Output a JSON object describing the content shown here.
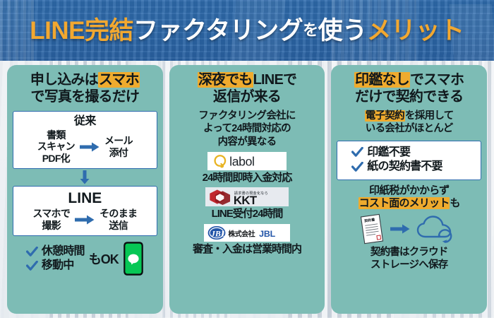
{
  "header": {
    "title_parts": [
      {
        "text": "LINE完結",
        "style": "yellow"
      },
      {
        "text": "ファクタリング",
        "style": "white"
      },
      {
        "text": "を",
        "style": "white-small"
      },
      {
        "text": "使う",
        "style": "white"
      },
      {
        "text": "メリット",
        "style": "yellow"
      }
    ],
    "title_full": "LINE完結ファクタリングを使うメリット"
  },
  "colors": {
    "header_blue": "#2d69ab",
    "panel_teal": "#7dbcb5",
    "highlight_yellow": "#efab2e",
    "box_border_blue": "#2f6cae",
    "arrow_blue": "#2f6cae",
    "check_blue": "#2f6cae",
    "line_green": "#06c755",
    "text_dark": "#11191d"
  },
  "panels": [
    {
      "id": "panel-application",
      "heading": {
        "line1_pre": "申し込みは",
        "line1_highlight": "スマホ",
        "line2": "で写真を撮るだけ"
      },
      "box_old": {
        "title": "従来",
        "left": "書類\nスキャン\nPDF化",
        "arrow": "arrow-right-icon",
        "right": "メール\n添付"
      },
      "connector": "arrow-down-icon",
      "box_line": {
        "title": "LINE",
        "left": "スマホで\n撮影",
        "arrow": "arrow-right-icon",
        "right": "そのまま\n送信"
      },
      "checks": [
        "休憩時間",
        "移動中"
      ],
      "ok_text": "もOK",
      "phone_icon": "line-smartphone-icon"
    },
    {
      "id": "panel-reply",
      "heading": {
        "line1_highlight": "深夜でも",
        "line1_post": "LINEで",
        "line2": "返信が来る"
      },
      "sub": "ファクタリング会社に\nよって24時間対応の\n内容が異なる",
      "companies": [
        {
          "logo_name": "labol-logo",
          "logo_text": "labol",
          "caption": "24時間即時入金対応"
        },
        {
          "logo_name": "kkt-logo",
          "logo_text": "KKT",
          "logo_tagline": "請求書の現金化なら",
          "caption": "LINE受付24時間"
        },
        {
          "logo_name": "jbl-logo",
          "logo_text": "株式会社JBL",
          "caption": "審査・入金は営業時間内"
        }
      ]
    },
    {
      "id": "panel-contract",
      "heading": {
        "line1_highlight": "印鑑なし",
        "line1_post": "でスマホ",
        "line2": "だけで契約できる"
      },
      "sub_highlight": "電子契約",
      "sub_post": "を採用して",
      "sub_line2": "いる会社がほとんど",
      "checks": [
        "印鑑不要",
        "紙の契約書不要"
      ],
      "note_line1": "印紙税がかからず",
      "note_highlight": "コスト面のメリット",
      "note_post": "も",
      "doc_icon": "contract-document-icon",
      "arrow_icon": "arrow-right-icon",
      "cloud_icon": "cloud-sync-icon",
      "caption": "契約書はクラウド\nストレージへ保存"
    }
  ]
}
